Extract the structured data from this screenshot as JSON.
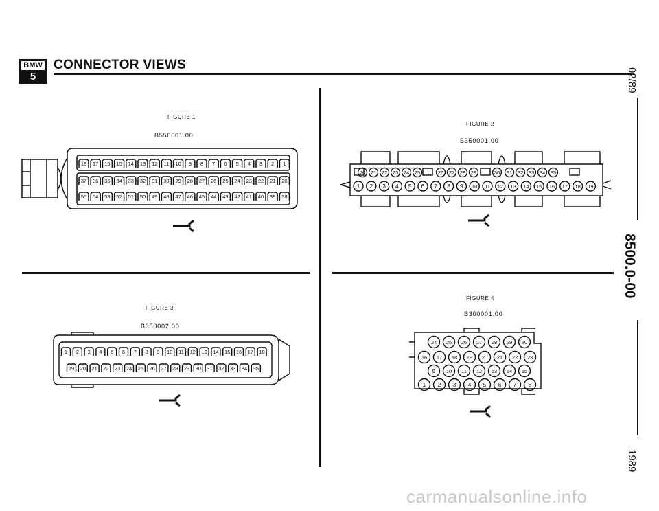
{
  "header": {
    "logo_brand": "BMW",
    "logo_series": "5",
    "title": "CONNECTOR VIEWS"
  },
  "side_margin": {
    "date": "02/89",
    "code": "8500.0-00",
    "year": "1989"
  },
  "figures": [
    {
      "label": "FIGURE 1",
      "part_number": "B550001.00",
      "top_row": [
        "18",
        "17",
        "16",
        "15",
        "14",
        "13",
        "12",
        "11",
        "10",
        "9",
        "8",
        "7",
        "6",
        "5",
        "4",
        "3",
        "2",
        "1"
      ],
      "middle_row": [
        "37",
        "36",
        "35",
        "34",
        "33",
        "32",
        "31",
        "30",
        "29",
        "28",
        "27",
        "26",
        "25",
        "24",
        "23",
        "22",
        "21",
        "20"
      ],
      "bottom_row": [
        "55",
        "54",
        "53",
        "52",
        "51",
        "50",
        "49",
        "48",
        "47",
        "46",
        "45",
        "44",
        "43",
        "42",
        "41",
        "40",
        "39",
        "38"
      ]
    },
    {
      "label": "FIGURE 2",
      "part_number": "B350001.00",
      "top_row": [
        "20",
        "21",
        "22",
        "23",
        "24",
        "25",
        "26",
        "27",
        "28",
        "29",
        "30",
        "31",
        "32",
        "33",
        "34",
        "35"
      ],
      "bottom_row": [
        "1",
        "2",
        "3",
        "4",
        "5",
        "6",
        "7",
        "8",
        "9",
        "10",
        "11",
        "12",
        "13",
        "14",
        "15",
        "16",
        "17",
        "18",
        "19"
      ]
    },
    {
      "label": "FIGURE 3",
      "part_number": "B350002.00",
      "top_row": [
        "1",
        "2",
        "3",
        "4",
        "5",
        "6",
        "7",
        "8",
        "9",
        "10",
        "11",
        "12",
        "13",
        "14",
        "15",
        "16",
        "17",
        "18"
      ],
      "bottom_row": [
        "19",
        "20",
        "21",
        "22",
        "23",
        "24",
        "25",
        "26",
        "27",
        "28",
        "29",
        "30",
        "31",
        "32",
        "33",
        "34",
        "35"
      ]
    },
    {
      "label": "FIGURE 4",
      "part_number": "B300001.00",
      "rows": [
        [
          "24",
          "25",
          "26",
          "27",
          "28",
          "29",
          "30"
        ],
        [
          "16",
          "17",
          "18",
          "19",
          "20",
          "21",
          "22",
          "23"
        ],
        [
          "9",
          "10",
          "11",
          "12",
          "13",
          "14",
          "15"
        ],
        [
          "1",
          "2",
          "3",
          "4",
          "5",
          "6",
          "7",
          "8"
        ]
      ]
    }
  ],
  "footer": {
    "watermark": "carmanualsonline.info"
  }
}
